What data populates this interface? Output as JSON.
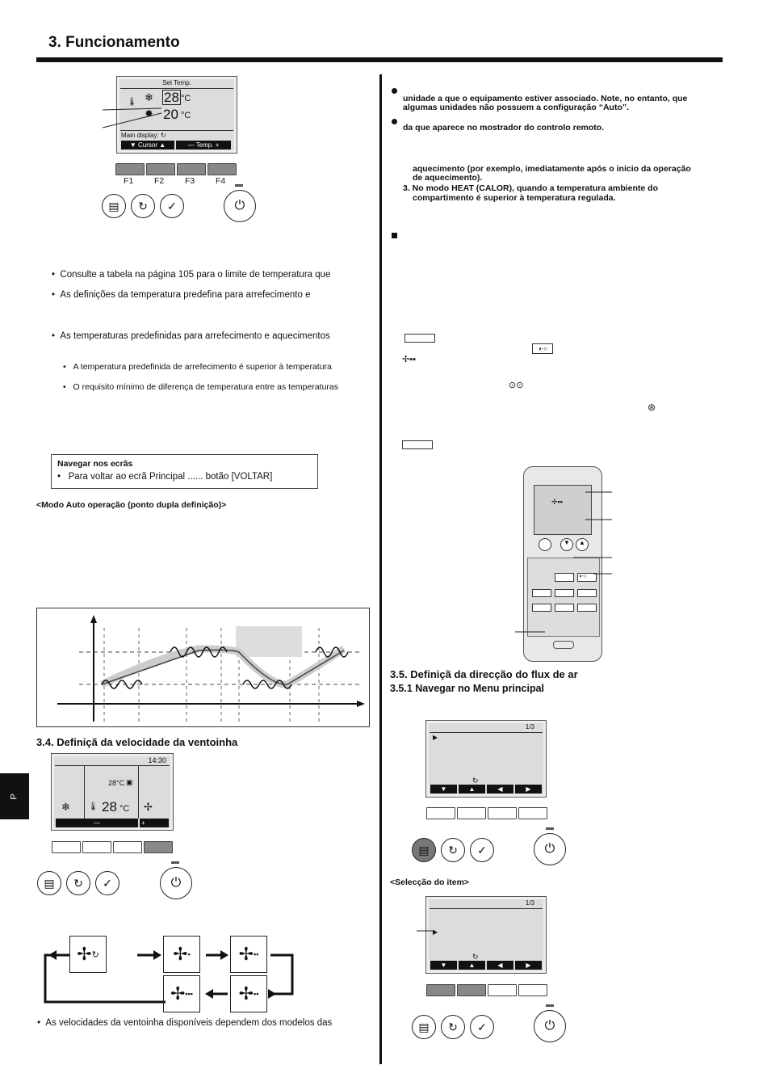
{
  "header": {
    "title": "3. Funcionamento",
    "side_tab": "P"
  },
  "left": {
    "lcd1": {
      "title": "Set Temp.",
      "cool_temp": "28",
      "heat_temp": "20",
      "unit": "°C",
      "main_display": "Main display:",
      "soft_cursor": "▼ Cursor ▲",
      "soft_temp": "—  Temp.  +"
    },
    "fkeys": [
      "F1",
      "F2",
      "F3",
      "F4"
    ],
    "bullets1": [
      "Consulte a tabela na página 105 para o limite de temperatura que",
      "As definições da temperatura predefina para arrefecimento e",
      "As temperaturas predefinidas para arrefecimento e aquecimentos"
    ],
    "sub_bullets": [
      "A temperatura predefinida de arrefecimento é superior à temperatura",
      "O requisito mínimo de diferença de temperatura entre as temperaturas"
    ],
    "nav": {
      "title": "Navegar nos ecrãs",
      "item": "Para voltar ao ecrã Principal ...... botão [VOLTAR]"
    },
    "auto_heading": "<Modo Auto operação (ponto dupla definição)>",
    "fan_section": {
      "heading": "3.4. Definiçã da velocidade da ventoinha",
      "time": "14:30",
      "room_temp": "28°C",
      "set_temp": "28",
      "unit": "°C",
      "soft_minus": "—",
      "soft_plus": "+"
    },
    "bottom_note": "As velocidades da ventoinha disponíveis dependem dos modelos das"
  },
  "right": {
    "bullets": [
      {
        "lines": [
          "unidade a que o equipamento estiver associado. Note, no entanto, que",
          "algumas unidades não possuem a configuração “Auto”."
        ]
      },
      {
        "lines": [
          "da que aparece no mostrador do controlo remoto."
        ]
      }
    ],
    "heat_lines": [
      "aquecimento  (por exemplo, imediatamente após o início da operação",
      "de aquecimento).",
      "3.  No modo HEAT (CALOR), quando a temperatura ambiente do",
      "compartimento é superior à temperatura regulada."
    ],
    "section_35": {
      "heading": "3.5. Definiçã da direcção do flux de ar",
      "subheading": "3.5.1 Navegar no Menu principal",
      "page": "1/3",
      "select_item": "<Selecção do item>"
    }
  }
}
